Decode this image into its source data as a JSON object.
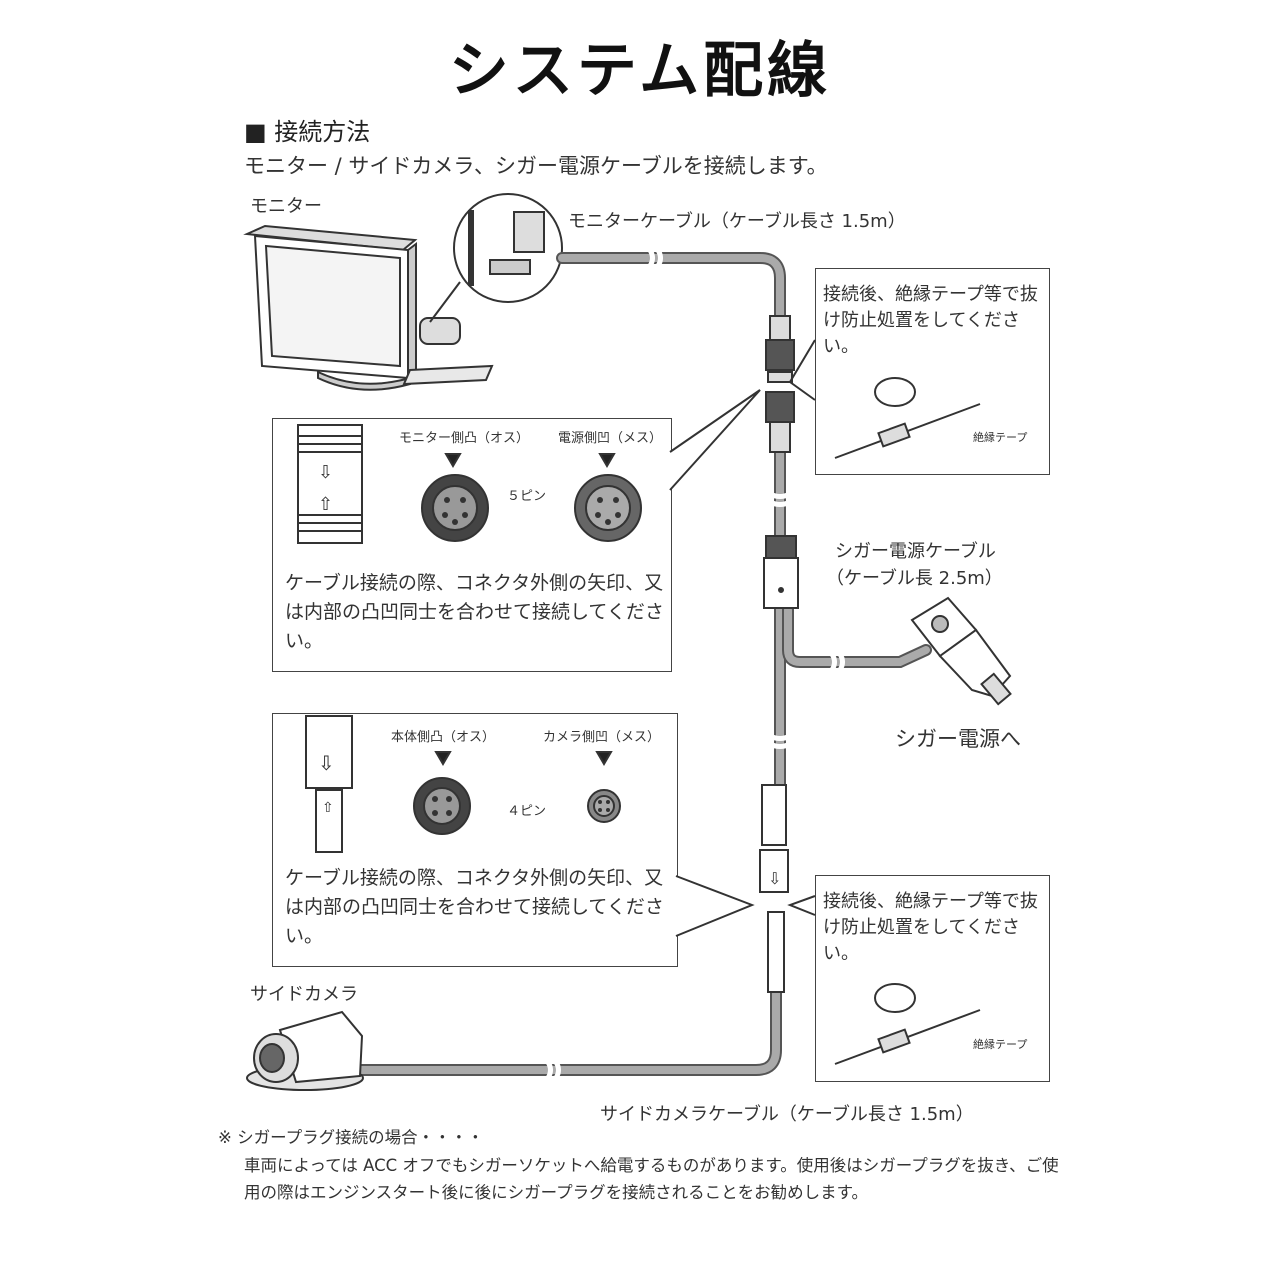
{
  "title": "システム配線",
  "section_heading": "■ 接続方法",
  "intro": "モニター / サイドカメラ、シガー電源ケーブルを接続します。",
  "labels": {
    "monitor": "モニター",
    "monitor_cable": "モニターケーブル（ケーブル長さ 1.5m）",
    "cigar_cable_1": "シガー電源ケーブル",
    "cigar_cable_2": "（ケーブル長 2.5m）",
    "to_cigar": "シガー電源へ",
    "side_camera": "サイドカメラ",
    "side_camera_cable": "サイドカメラケーブル（ケーブル長さ 1.5m）"
  },
  "tape_note": {
    "text": "接続後、絶縁テープ等で抜け防止処置をしてください。",
    "tape_label": "絶縁テープ"
  },
  "connector_5pin": {
    "male_label": "モニター側凸（オス）",
    "female_label": "電源側凹（メス）",
    "pin_label": "５ピン",
    "instruction": "ケーブル接続の際、コネクタ外側の矢印、又は内部の凸凹同士を合わせて接続してください。"
  },
  "connector_4pin": {
    "male_label": "本体側凸（オス）",
    "female_label": "カメラ側凹（メス）",
    "pin_label": "４ピン",
    "instruction": "ケーブル接続の際、コネクタ外側の矢印、又は内部の凸凹同士を合わせて接続してください。"
  },
  "footnote": {
    "heading": "※ シガープラグ接続の場合・・・・",
    "body": "車両によっては ACC オフでもシガーソケットへ給電するものがあります。使用後はシガープラグを抜き、ご使用の際はエンジンスタート後に後にシガープラグを接続されることをお勧めします。"
  }
}
